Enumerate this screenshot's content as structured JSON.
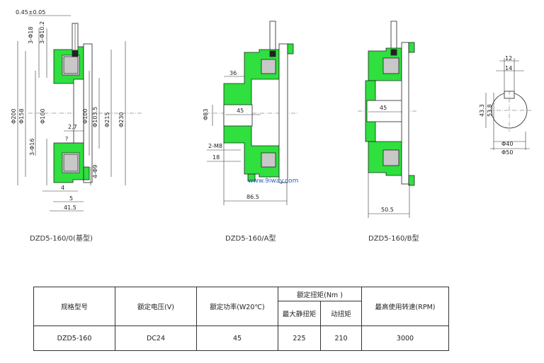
{
  "views": {
    "base": {
      "caption": "DZD5-160/0(基型)",
      "dims": [
        "0.45±0.05",
        "3-Φ18",
        "3-Φ10.2",
        "Φ200",
        "Φ158",
        "Φ100",
        "Φ100",
        "Φ103.5",
        "Φ215",
        "Φ230",
        "2.7",
        "?",
        "3-Φ16",
        "4-Φ9",
        "4",
        "5",
        "41.5"
      ]
    },
    "typeA": {
      "caption": "DZD5-160/A型",
      "dims": [
        "36",
        "Φ83",
        "45",
        "2-M8",
        "18",
        "86.5"
      ]
    },
    "typeB": {
      "caption": "DZD5-160/B型",
      "dims": [
        "45",
        "50.5"
      ]
    },
    "shaft": {
      "dims": [
        "12",
        "14",
        "43.3",
        "53.8",
        "Φ40",
        "Φ50"
      ]
    }
  },
  "watermark": "www.9iway.com",
  "table": {
    "headers": {
      "model": "规格型号",
      "voltage": "额定电压(V)",
      "power": "额定功率(W20℃)",
      "torque": "额定扭矩(Nm )",
      "static_torque": "最大静扭矩",
      "dynamic_torque": "动扭矩",
      "max_speed": "最高使用转速(RPM)"
    },
    "row": {
      "model": "DZD5-160",
      "voltage": "DC24",
      "power": "45",
      "static_torque": "225",
      "dynamic_torque": "210",
      "max_speed": "3000"
    }
  }
}
